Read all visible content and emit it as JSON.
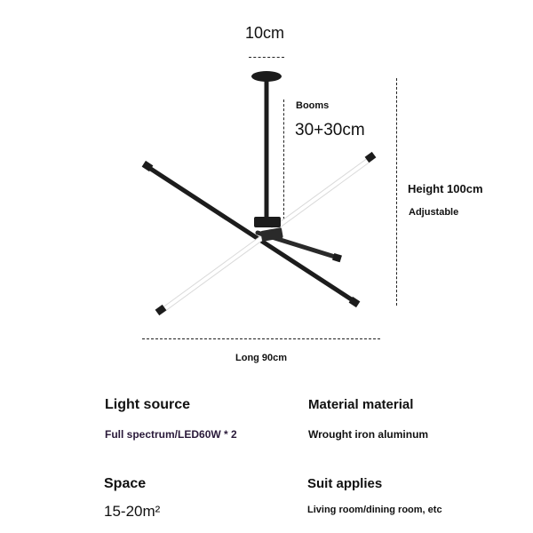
{
  "dimensions": {
    "top_width": "10cm",
    "booms_label": "Booms",
    "booms_value": "30+30cm",
    "height_label": "Height 100cm",
    "height_note": "Adjustable",
    "long_label": "Long 90cm"
  },
  "specs": {
    "light_source_title": "Light source",
    "light_source_value": "Full spectrum/LED60W * 2",
    "material_title": "Material material",
    "material_value": "Wrought iron aluminum",
    "space_title": "Space",
    "space_value": "15-20m²",
    "suit_title": "Suit applies",
    "suit_value": "Living room/dining room, etc"
  },
  "colors": {
    "lamp_body": "#1c1c1c",
    "light_bar": "#ffffff",
    "spec_accent": "#2a1a3a"
  }
}
